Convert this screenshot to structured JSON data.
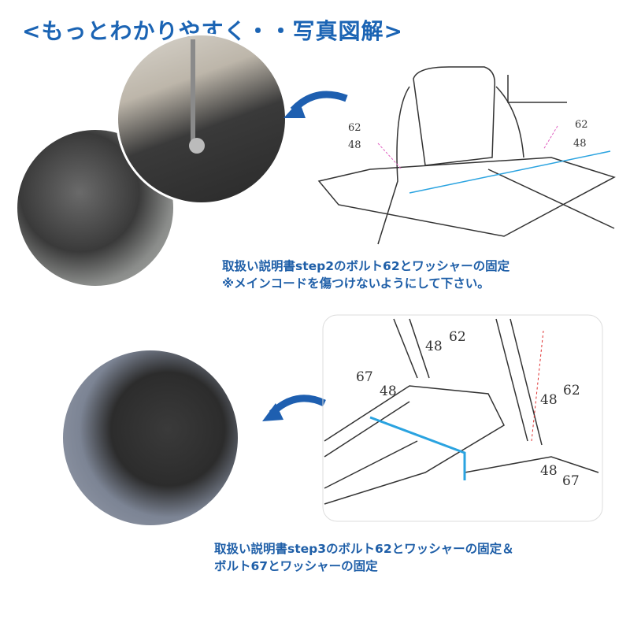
{
  "title": "<もっとわかりやすく・・写真図解>",
  "step2": {
    "caption_line1": "取扱い説明書step2のボルト62とワッシャーの固定",
    "caption_line2": "※メインコードを傷つけないようにして下さい。",
    "diagram_labels": {
      "left_bolt": "62",
      "left_washer": "48",
      "right_bolt": "62",
      "right_washer": "48"
    }
  },
  "step3": {
    "caption_line1": "取扱い説明書step3のボルト62とワッシャーの固定＆",
    "caption_line2": "ボルト67とワッシャーの固定",
    "diagram_labels": {
      "top_washer": "48",
      "top_bolt": "62",
      "left_bolt": "67",
      "left_washer": "48",
      "right_washer": "48",
      "right_bolt": "62",
      "bottom_washer": "48",
      "bottom_bolt": "67"
    }
  },
  "colors": {
    "accent": "#1b64b4",
    "highlight": "#2aa3e0",
    "pink": "#e060c0"
  }
}
